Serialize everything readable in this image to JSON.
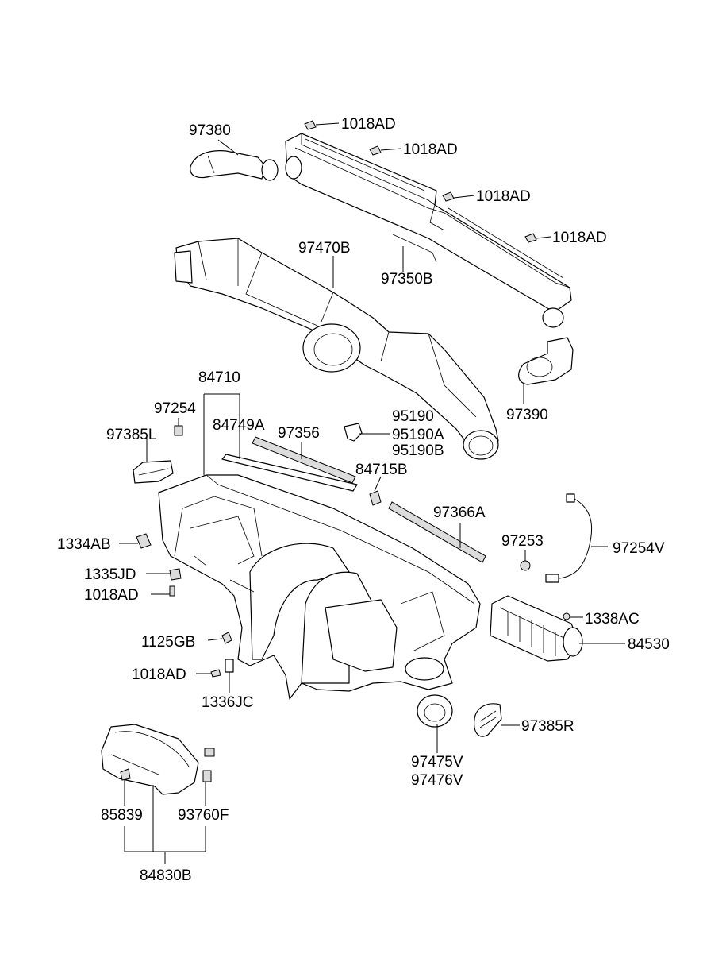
{
  "labels": {
    "p97380": "97380",
    "p1018AD_a": "1018AD",
    "p1018AD_b": "1018AD",
    "p1018AD_c": "1018AD",
    "p1018AD_d": "1018AD",
    "p97470B": "97470B",
    "p97350B": "97350B",
    "p97390": "97390",
    "p84710": "84710",
    "p97254": "97254",
    "p84749A": "84749A",
    "p97356": "97356",
    "p95190": "95190",
    "p95190A": "95190A",
    "p95190B": "95190B",
    "p97385L": "97385L",
    "p84715B": "84715B",
    "p97366A": "97366A",
    "p1334AB": "1334AB",
    "p97253": "97253",
    "p97254V": "97254V",
    "p1335JD": "1335JD",
    "p1018AD_e": "1018AD",
    "p1338AC": "1338AC",
    "p1125GB": "1125GB",
    "p84530": "84530",
    "p1018AD_f": "1018AD",
    "p1336JC": "1336JC",
    "p97385R": "97385R",
    "p97475V": "97475V",
    "p97476V": "97476V",
    "p85839": "85839",
    "p93760F": "93760F",
    "p84830B": "84830B"
  }
}
